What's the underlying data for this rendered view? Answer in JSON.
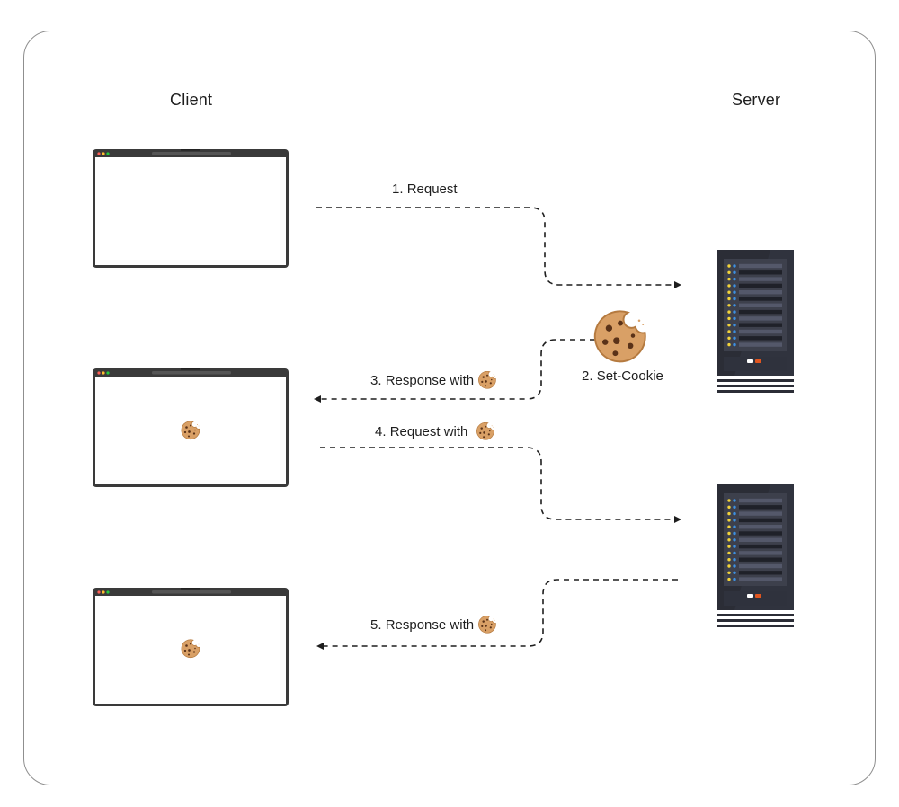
{
  "headings": {
    "client": "Client",
    "server": "Server"
  },
  "steps": [
    {
      "number": "1.",
      "text": "Request"
    },
    {
      "number": "2.",
      "text": "Set-Cookie"
    },
    {
      "number": "3.",
      "text": "Response with"
    },
    {
      "number": "4.",
      "text": "Request with"
    },
    {
      "number": "5.",
      "text": "Response with"
    }
  ],
  "icons": {
    "browser": "browser-window-icon",
    "server": "server-rack-icon",
    "cookie": "cookie-icon"
  },
  "colors": {
    "frame_border": "#8f8f8f",
    "arrow": "#1e1e1e",
    "browser_bezel": "#3a3a3a",
    "server_body": "#2b2d36",
    "cookie": "#d9a066",
    "cookie_chip": "#5a3218",
    "led_yellow": "#f2d33a",
    "led_blue": "#3d8fe0",
    "server_button_orange": "#e0551f"
  }
}
